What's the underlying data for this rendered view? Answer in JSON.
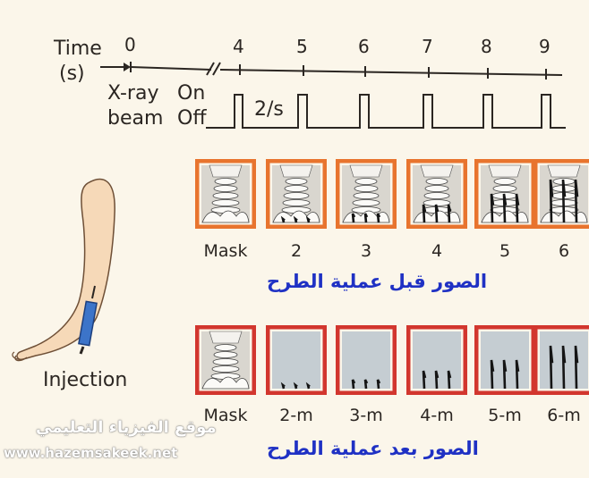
{
  "timeline": {
    "time_label": "Time",
    "unit_label": "(s)",
    "ticks": [
      "0",
      "4",
      "5",
      "6",
      "7",
      "8",
      "9"
    ],
    "beam_label_line1": "X-ray",
    "beam_label_line2": "beam",
    "on_label": "On",
    "off_label": "Off",
    "rate_label": "2/s"
  },
  "injection_label": "Injection",
  "before_row": {
    "labels": [
      "Mask",
      "2",
      "3",
      "4",
      "5",
      "6"
    ],
    "caption": "الصور قبل عملية الطرح",
    "frame_color": "#e8742e"
  },
  "after_row": {
    "labels": [
      "Mask",
      "2-m",
      "3-m",
      "4-m",
      "5-m",
      "6-m"
    ],
    "caption": "الصور بعد عملية الطرح",
    "frame_color": "#d2362e"
  },
  "watermark": {
    "line1": "موقع الفيزياء التعليمي",
    "line2": "www.hazemsakeek.net"
  }
}
